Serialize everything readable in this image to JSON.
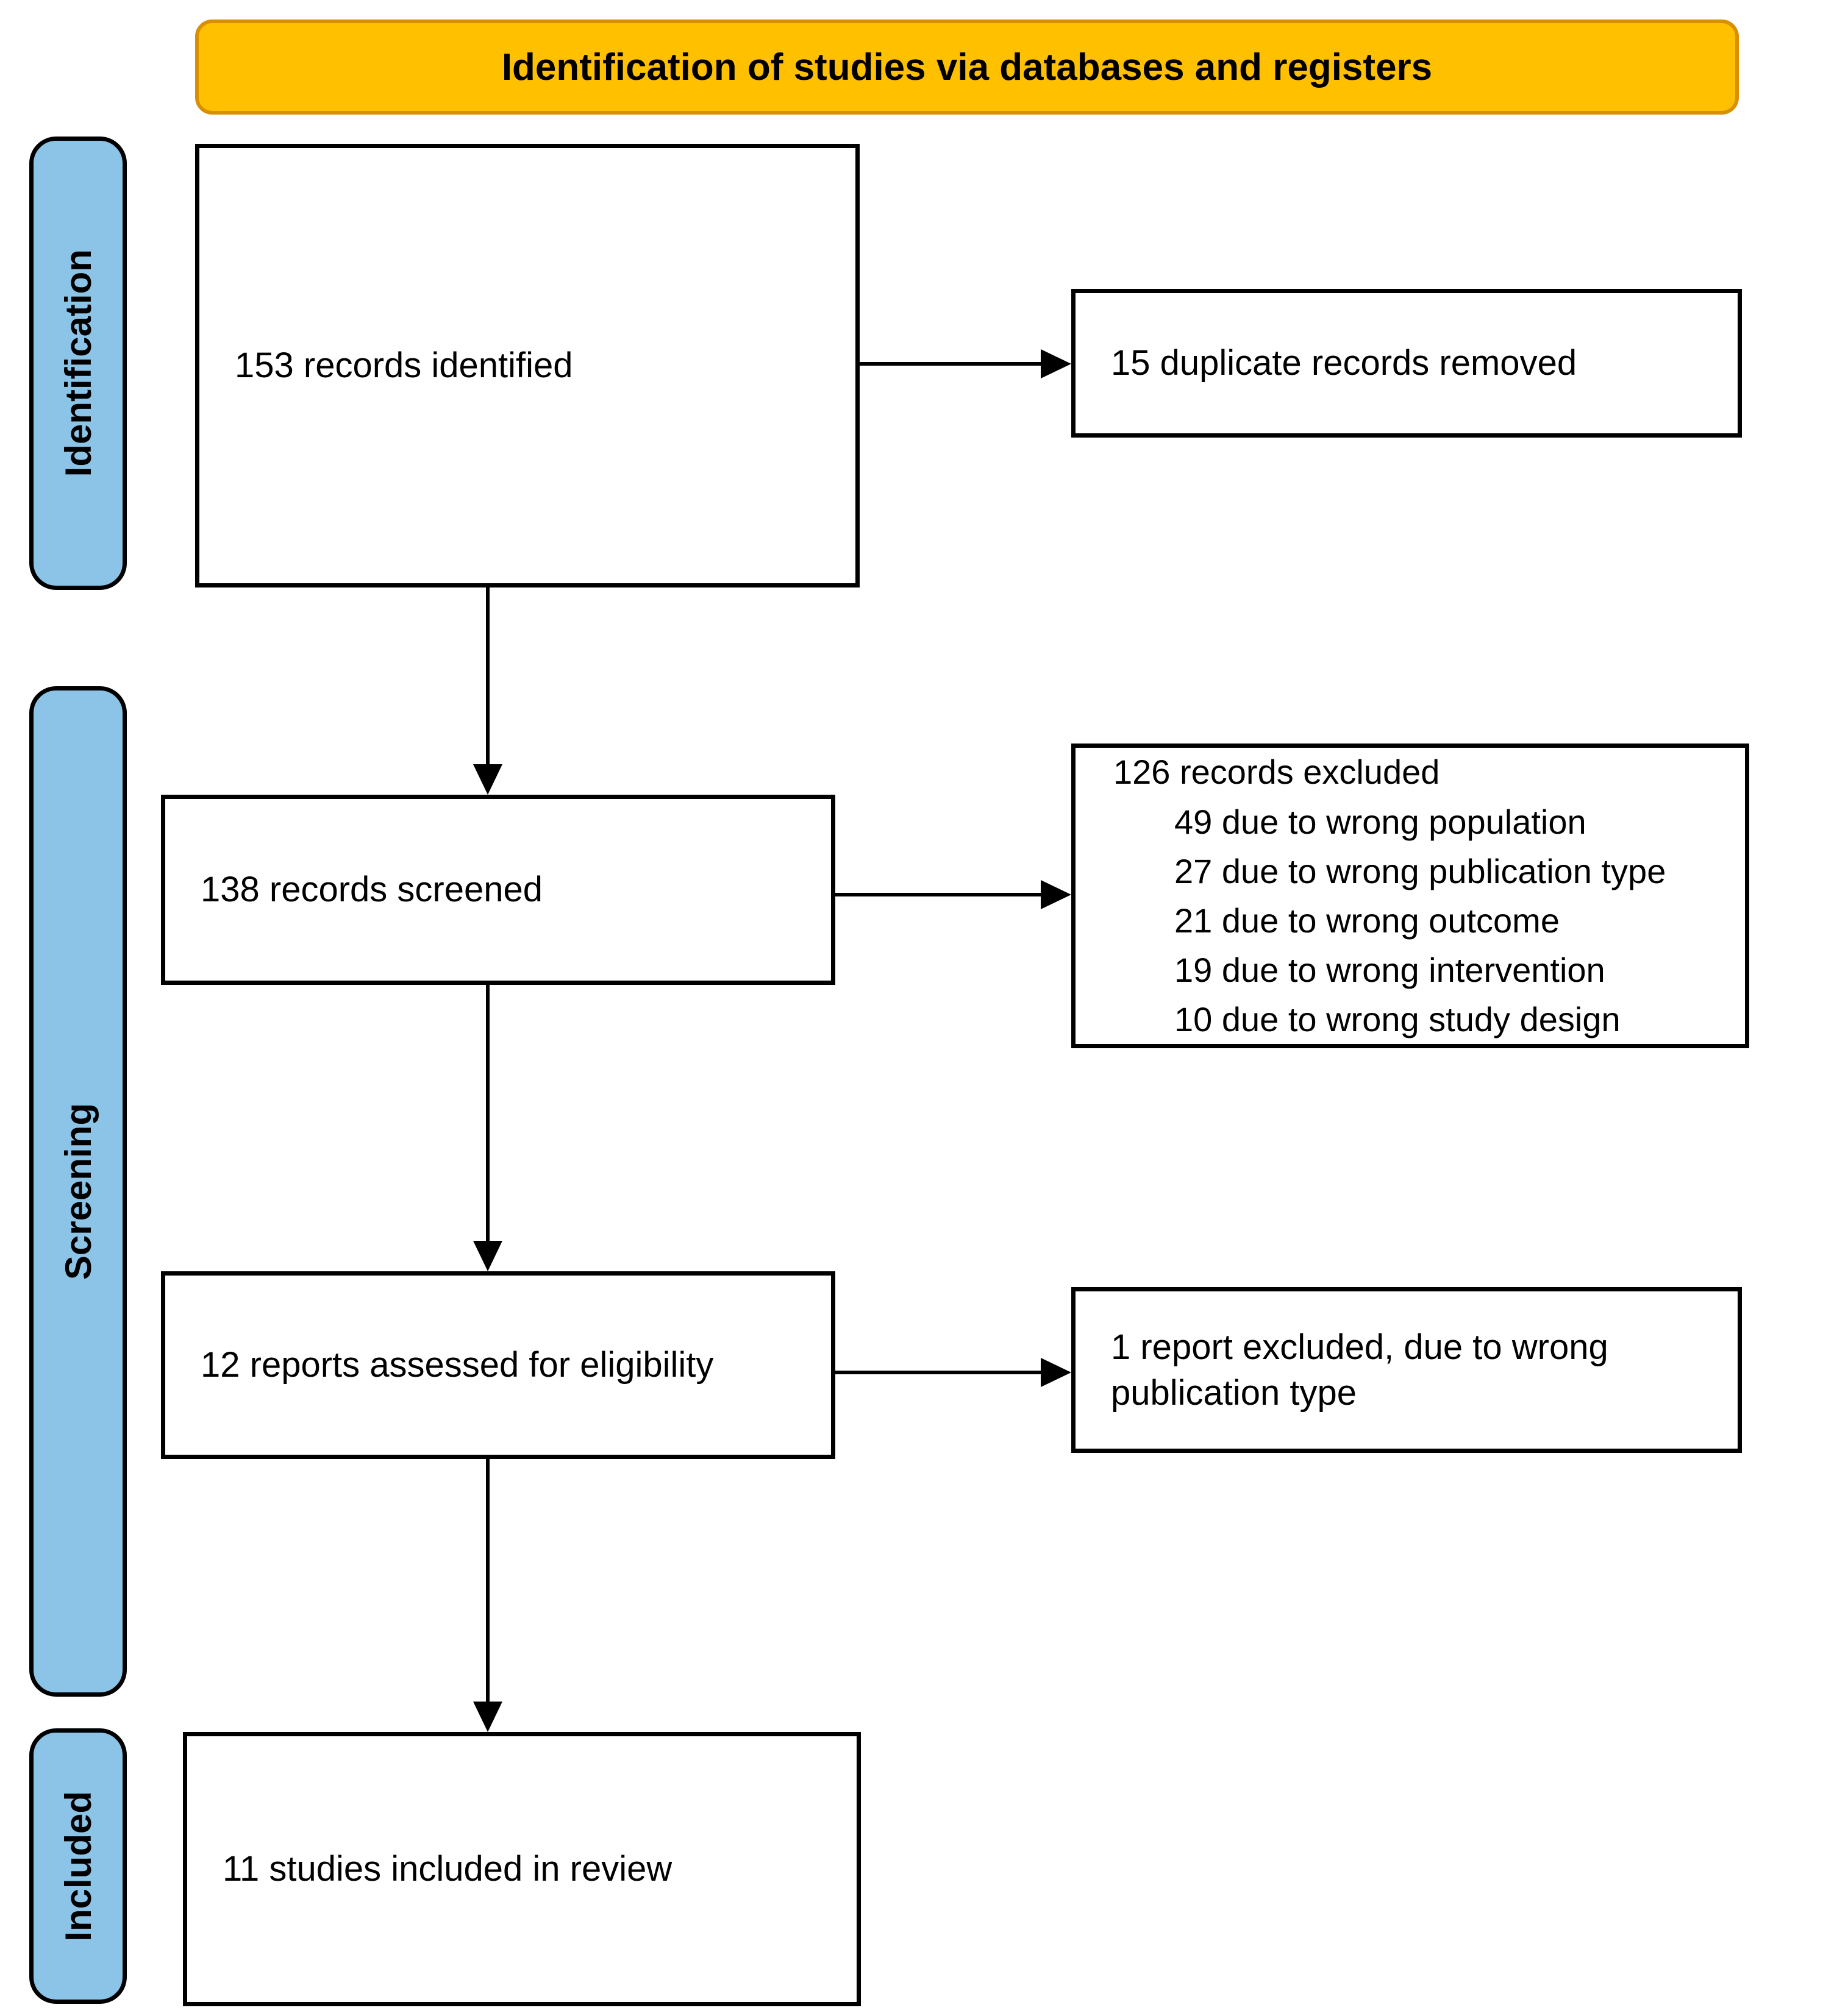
{
  "banner": {
    "title": "Identification of studies via databases and registers"
  },
  "stages": [
    {
      "label": "Identification"
    },
    {
      "label": "Screening"
    },
    {
      "label": "Included"
    }
  ],
  "flow": {
    "identified": "153 records identified",
    "duplicates_removed": "15 duplicate records removed",
    "screened": "138 records screened",
    "excluded": {
      "title": "126 records excluded",
      "reasons": [
        "49 due to wrong population",
        "27 due to wrong publication type",
        "21 due to wrong outcome",
        "19 due to wrong intervention",
        "10 due to wrong study design"
      ]
    },
    "assessed": "12 reports assessed for eligibility",
    "report_excluded": "1 report excluded, due to wrong publication type",
    "included": "11 studies included in review"
  },
  "colors": {
    "banner_fill": "#FFC000",
    "banner_border": "#D99000",
    "stage_fill": "#8CC4E8",
    "box_border": "#000000",
    "arrow": "#000000",
    "text": "#000000"
  }
}
